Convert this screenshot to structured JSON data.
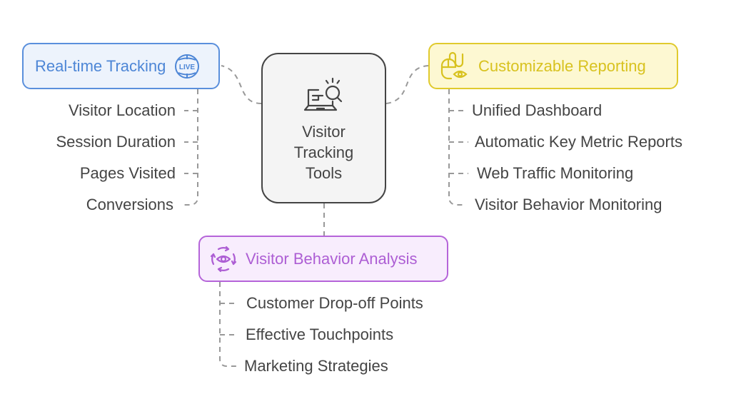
{
  "diagram": {
    "center": {
      "title": "Visitor Tracking Tools",
      "icon": "laptop-search-icon",
      "colors": {
        "fill": "#f4f4f4",
        "stroke": "#444444"
      }
    },
    "branches": [
      {
        "id": "realtime",
        "label": "Real-time Tracking",
        "icon": "live-globe-icon",
        "colors": {
          "fill": "#edf3fc",
          "stroke": "#5a8fdc",
          "text": "#4d86d6"
        },
        "items": [
          "Visitor Location",
          "Session Duration",
          "Pages Visited",
          "Conversions"
        ]
      },
      {
        "id": "reporting",
        "label": "Customizable Reporting",
        "icon": "mouse-eye-icon",
        "colors": {
          "fill": "#fdf8d2",
          "stroke": "#e0ca2d",
          "text": "#d8c21f"
        },
        "items": [
          "Unified Dashboard",
          "Automatic Key Metric Reports",
          "Web Traffic Monitoring",
          "Visitor Behavior Monitoring"
        ]
      },
      {
        "id": "behavior",
        "label": "Visitor Behavior Analysis",
        "icon": "eye-cycle-icon",
        "colors": {
          "fill": "#f8edfd",
          "stroke": "#b564d9",
          "text": "#ad5ed4"
        },
        "items": [
          "Customer Drop-off Points",
          "Effective Touchpoints",
          "Marketing Strategies"
        ]
      }
    ],
    "connector_color": "#999999"
  }
}
